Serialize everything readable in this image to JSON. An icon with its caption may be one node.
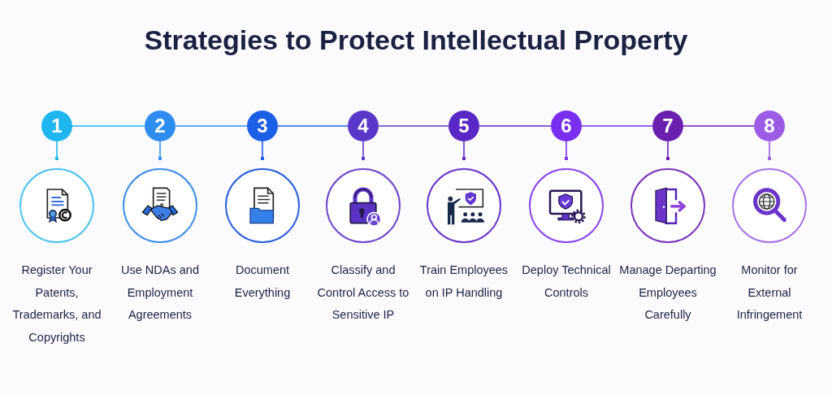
{
  "diagram": {
    "title": "Strategies to Protect Intellectual Property",
    "nodes": [
      {
        "text": [
          "1"
        ]
      },
      {
        "text": [
          "2"
        ]
      },
      {
        "text": [
          "3"
        ]
      },
      {
        "text": [
          "4"
        ]
      },
      {
        "text": [
          "5"
        ]
      },
      {
        "text": [
          "6"
        ]
      },
      {
        "text": [
          "7"
        ]
      },
      {
        "text": [
          "8"
        ]
      },
      {
        "text": [],
        "shape": "circle",
        "beside": [
          "Register Your Patents, Trademarks, and Copyrights"
        ]
      },
      {
        "text": [],
        "shape": "circle",
        "beside": [
          "Use NDAs and Employment Agreements"
        ]
      },
      {
        "text": [],
        "shape": "circle",
        "beside": [
          "Document Everything"
        ]
      },
      {
        "text": [],
        "shape": "circle",
        "beside": [
          "Classify and Control Access to Sensitive IP"
        ]
      },
      {
        "text": [],
        "shape": "circle",
        "beside": [
          "Train Employees on IP Handling"
        ]
      },
      {
        "text": [],
        "shape": "circle",
        "beside": [
          "Deploy Technical Controls"
        ]
      },
      {
        "text": [],
        "shape": "circle",
        "beside": [
          "Manage Departing Employees Carefully"
        ]
      },
      {
        "text": [],
        "shape": "circle",
        "beside": [
          "Monitor for External Infringement"
        ]
      }
    ],
    "edges": [
      {
        "from": 0,
        "to": 1,
        "arrow": "none",
        "color": "#1fb5ee"
      },
      {
        "from": 1,
        "to": 2,
        "arrow": "none",
        "color": "#2d8ef0"
      },
      {
        "from": 2,
        "to": 3,
        "arrow": "none",
        "color": "#1b5fe6"
      },
      {
        "from": 3,
        "to": 4,
        "arrow": "none",
        "color": "#5a37c8"
      },
      {
        "from": 4,
        "to": 5,
        "arrow": "none",
        "color": "#5a28c6"
      },
      {
        "from": 5,
        "to": 6,
        "arrow": "none",
        "color": "#7a2ff0"
      },
      {
        "from": 6,
        "to": 7,
        "arrow": "none",
        "color": "#6b1faf"
      },
      {
        "from": 0,
        "to": 8,
        "arrow": "other",
        "color": "#1fb5ee"
      },
      {
        "from": 1,
        "to": 9,
        "arrow": "other",
        "color": "#2d8ef0"
      },
      {
        "from": 2,
        "to": 10,
        "arrow": "other",
        "color": "#1b5fe6"
      },
      {
        "from": 3,
        "to": 11,
        "arrow": "other",
        "color": "#5a37c8"
      },
      {
        "from": 4,
        "to": 12,
        "arrow": "other",
        "color": "#5a28c6"
      },
      {
        "from": 5,
        "to": 13,
        "arrow": "other",
        "color": "#7a2ff0"
      },
      {
        "from": 6,
        "to": 14,
        "arrow": "other",
        "color": "#6b1faf"
      },
      {
        "from": 7,
        "to": 15,
        "arrow": "other",
        "color": "#9c5ce6"
      }
    ]
  }
}
